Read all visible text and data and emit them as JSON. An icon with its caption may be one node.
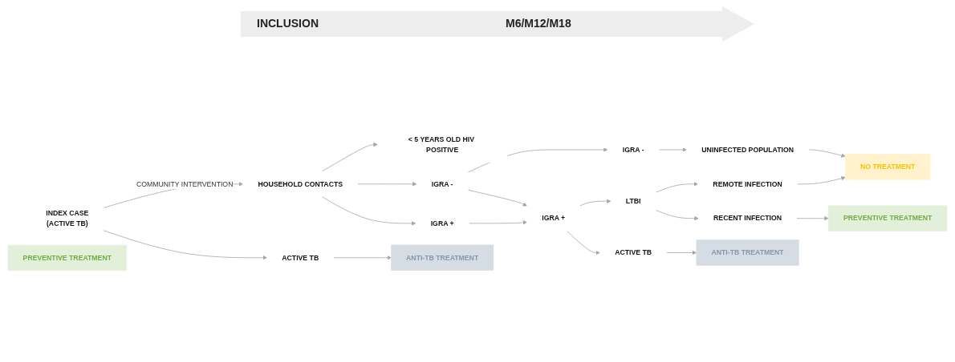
{
  "diagram": {
    "nodes": [
      {
        "text": [
          "INDEX CASE",
          "(ACTIVE TB)"
        ]
      },
      {
        "text": [
          "HOUSEHOLD CONTACTS"
        ]
      },
      {
        "text": [
          "ACTIVE TB"
        ]
      },
      {
        "text": [
          "< 5 YEARS OLD HIV POSITIVE"
        ]
      },
      {
        "text": [
          "PREVENTIVE TREATMENT"
        ]
      },
      {
        "text": [
          "IGRA -"
        ]
      },
      {
        "text": [
          "IGRA +"
        ]
      },
      {
        "text": [
          "ANTI-TB TREATMENT"
        ]
      },
      {
        "text": [
          "IGRA -"
        ]
      },
      {
        "text": [
          "IGRA +"
        ]
      },
      {
        "text": [
          "UNINFECTED POPULATION"
        ]
      },
      {
        "text": [
          "LTBI"
        ]
      },
      {
        "text": [
          "ACTIVE TB"
        ]
      },
      {
        "text": [
          "REMOTE INFECTION"
        ]
      },
      {
        "text": [
          "RECENT INFECTION"
        ]
      },
      {
        "text": [
          "NO TREATMENT"
        ]
      },
      {
        "text": [
          "PREVENTIVE TREATMENT"
        ]
      },
      {
        "text": [
          "ANTI-TB TREATMENT"
        ]
      }
    ],
    "edges": [
      {
        "from": 0,
        "to": 1,
        "arrow": "to",
        "label": "COMMUNITY INTERVENTION"
      },
      {
        "from": 0,
        "to": 2,
        "arrow": "to"
      },
      {
        "from": 1,
        "to": 3,
        "arrow": "to"
      },
      {
        "from": 1,
        "to": 5,
        "arrow": "to"
      },
      {
        "from": 1,
        "to": 6,
        "arrow": "to"
      },
      {
        "from": 2,
        "to": 7,
        "arrow": "to"
      },
      {
        "from": 5,
        "to": 8,
        "arrow": "to"
      },
      {
        "from": 5,
        "to": 9,
        "arrow": "to"
      },
      {
        "from": 6,
        "to": 9,
        "arrow": "to"
      },
      {
        "from": 8,
        "to": 10,
        "arrow": "to"
      },
      {
        "from": 9,
        "to": 11,
        "arrow": "to"
      },
      {
        "from": 9,
        "to": 12,
        "arrow": "to"
      },
      {
        "from": 11,
        "to": 13,
        "arrow": "to"
      },
      {
        "from": 11,
        "to": 14,
        "arrow": "to"
      },
      {
        "from": 10,
        "to": 15,
        "arrow": "to"
      },
      {
        "from": 13,
        "to": 15,
        "arrow": "to"
      },
      {
        "from": 14,
        "to": 16,
        "arrow": "to"
      },
      {
        "from": 12,
        "to": 17,
        "arrow": "to"
      }
    ],
    "labels": [
      "INCLUSION",
      "M6/M12/M18"
    ]
  }
}
